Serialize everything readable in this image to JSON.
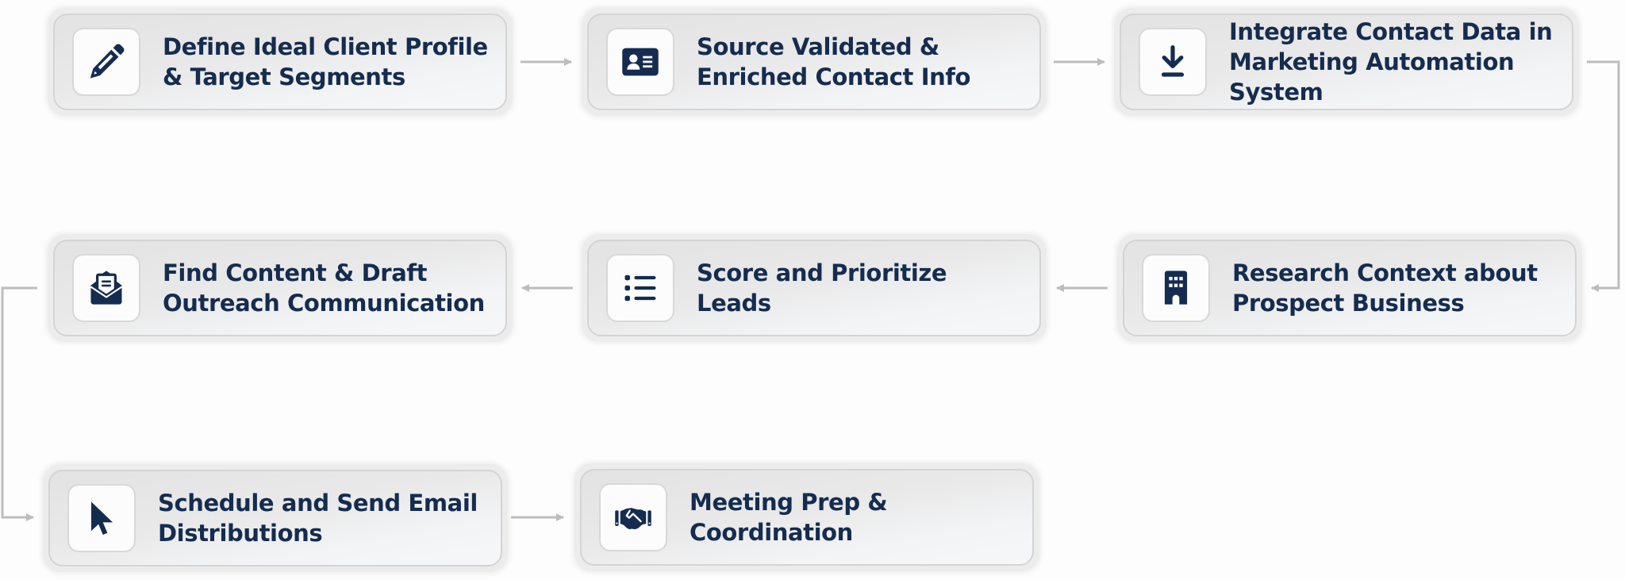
{
  "diagram": {
    "type": "process-flow",
    "colors": {
      "text": "#142c50",
      "icon": "#142c50",
      "connector": "#bdbdbd",
      "node_fill": "#e9e9e9",
      "background": "#fdfdfd"
    },
    "steps": [
      {
        "id": 1,
        "icon": "pencil-icon",
        "lines": [
          "Define Ideal Client Profile",
          "& Target Segments"
        ]
      },
      {
        "id": 2,
        "icon": "contact-card-icon",
        "lines": [
          "Source Validated &",
          "Enriched Contact Info"
        ]
      },
      {
        "id": 3,
        "icon": "download-icon",
        "lines": [
          "Integrate Contact Data in",
          "Marketing Automation",
          "System"
        ]
      },
      {
        "id": 4,
        "icon": "building-icon",
        "lines": [
          "Research Context about",
          "Prospect Business"
        ]
      },
      {
        "id": 5,
        "icon": "list-icon",
        "lines": [
          "Score and Prioritize Leads"
        ]
      },
      {
        "id": 6,
        "icon": "open-envelope-icon",
        "lines": [
          "Find Content & Draft",
          "Outreach Communication"
        ]
      },
      {
        "id": 7,
        "icon": "cursor-pointer-icon",
        "lines": [
          "Schedule and Send Email",
          "Distributions"
        ]
      },
      {
        "id": 8,
        "icon": "handshake-icon",
        "lines": [
          "Meeting Prep &",
          "Coordination"
        ]
      }
    ],
    "edges": [
      {
        "from": 1,
        "to": 2
      },
      {
        "from": 2,
        "to": 3
      },
      {
        "from": 3,
        "to": 4
      },
      {
        "from": 4,
        "to": 5
      },
      {
        "from": 5,
        "to": 6
      },
      {
        "from": 6,
        "to": 7
      },
      {
        "from": 7,
        "to": 8
      }
    ]
  }
}
